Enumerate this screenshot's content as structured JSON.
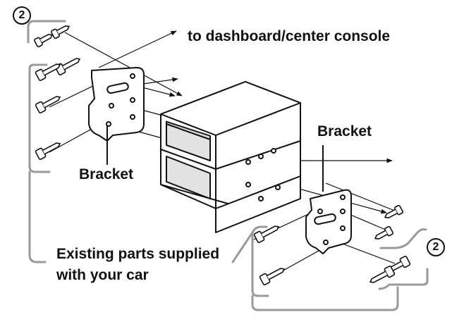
{
  "labels": {
    "dashboard": "to dashboard/center console",
    "bracket_left": "Bracket",
    "bracket_right": "Bracket",
    "existing_line1": "Existing parts supplied",
    "existing_line2": "with your car"
  },
  "callouts": {
    "top_left": "2",
    "right": "2"
  }
}
